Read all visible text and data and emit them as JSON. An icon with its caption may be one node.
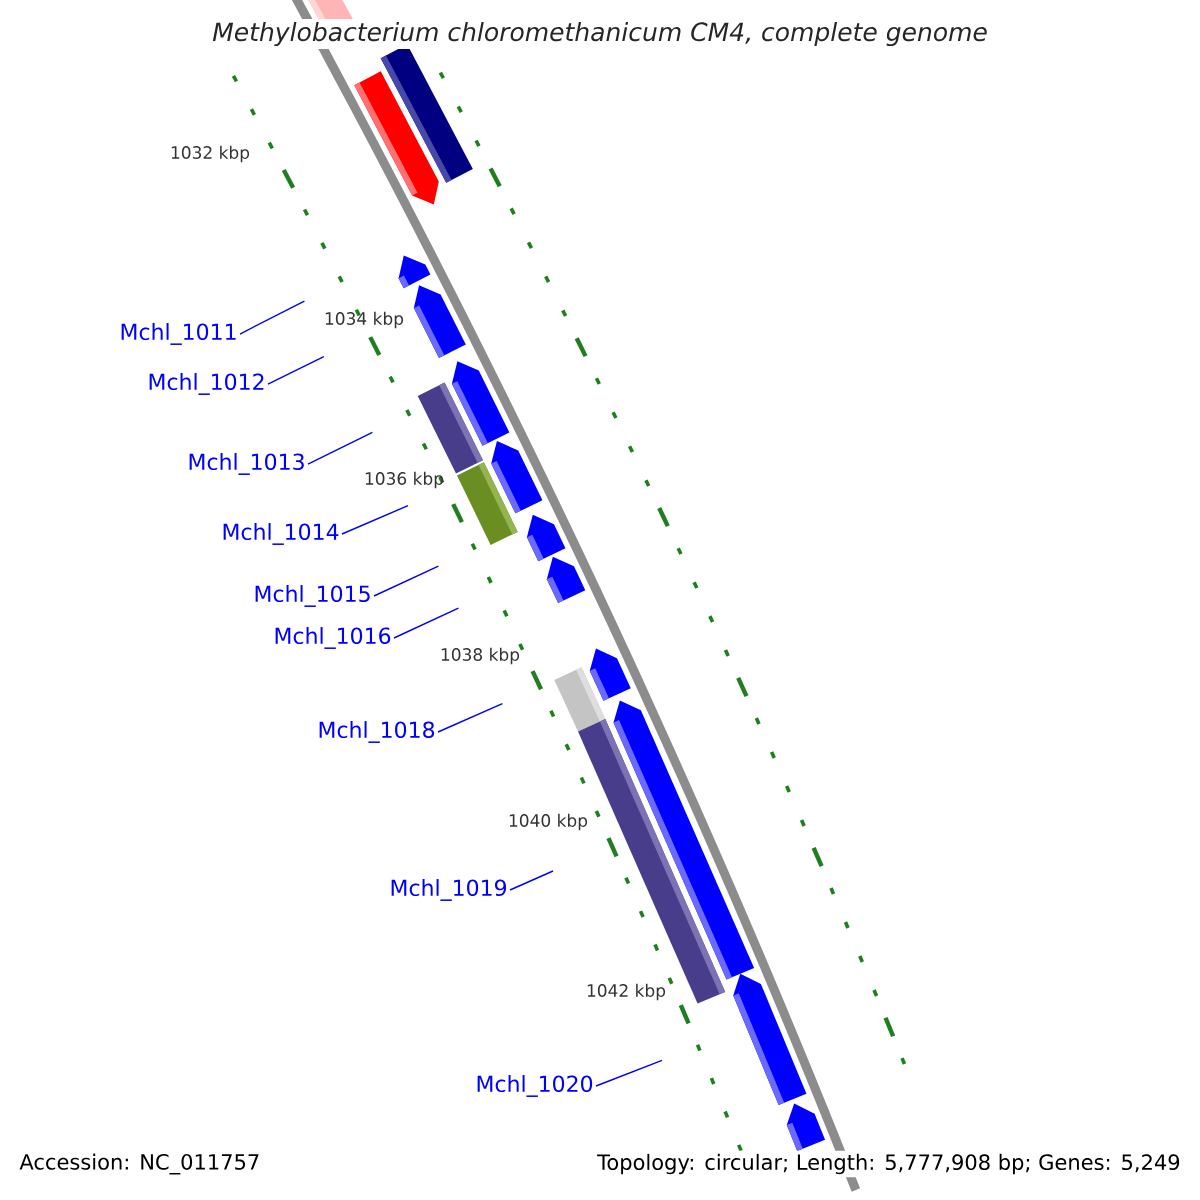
{
  "diagram": {
    "title": "Methylobacterium chloromethanicum CM4, complete genome",
    "nodes": [
      {
        "text": [
          "Mchl_1011"
        ]
      },
      {
        "text": [
          "Mchl_1012"
        ]
      },
      {
        "text": [
          "Mchl_1013"
        ]
      },
      {
        "text": [
          "Mchl_1014"
        ]
      },
      {
        "text": [
          "Mchl_1015"
        ]
      },
      {
        "text": [
          "Mchl_1016"
        ]
      },
      {
        "text": [
          "Mchl_1018"
        ]
      },
      {
        "text": [
          "Mchl_1019"
        ]
      },
      {
        "text": [
          "Mchl_1020"
        ]
      }
    ],
    "edges": [
      {
        "from": 0,
        "to": null,
        "arrow": "none"
      },
      {
        "from": 1,
        "to": null,
        "arrow": "none"
      },
      {
        "from": 2,
        "to": null,
        "arrow": "none"
      },
      {
        "from": 3,
        "to": null,
        "arrow": "none"
      },
      {
        "from": 4,
        "to": null,
        "arrow": "none"
      },
      {
        "from": 5,
        "to": null,
        "arrow": "none"
      },
      {
        "from": 6,
        "to": null,
        "arrow": "none"
      },
      {
        "from": 7,
        "to": null,
        "arrow": "none"
      },
      {
        "from": 8,
        "to": null,
        "arrow": "none"
      }
    ],
    "labels": [
      "1032 kbp",
      "1034 kbp",
      "1036 kbp",
      "1038 kbp",
      "1040 kbp",
      "1042 kbp",
      "Accession: NC_011757",
      "Topology: circular; Length: 5,777,908 bp; Genes: 5,249"
    ]
  }
}
